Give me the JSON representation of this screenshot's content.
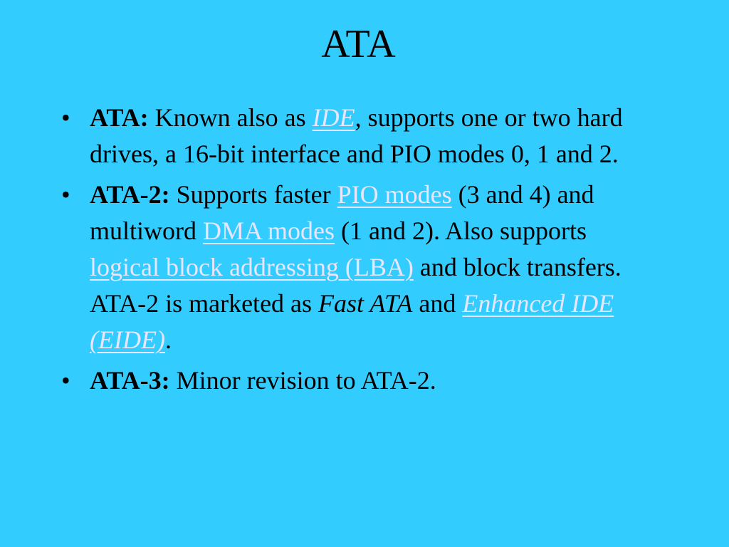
{
  "slide": {
    "title": "ATA",
    "bullet_glyph": "•",
    "bullets": [
      {
        "term": "ATA:",
        "t1": " Known also as ",
        "link1": "IDE",
        "t2": ", supports one or two hard drives, a 16-bit interface and PIO modes 0, 1 and 2."
      },
      {
        "term": "ATA-2:",
        "t1": " Supports faster ",
        "link1": "PIO modes",
        "t2": " (3 and 4) and multiword ",
        "link2": "DMA modes",
        "t3": " (1 and 2). Also supports ",
        "link3": "logical block addressing (LBA)",
        "t4": " and block transfers. ATA-2 is marketed as ",
        "em1": "Fast ATA",
        "t5": " and ",
        "link4": "Enhanced IDE (EIDE)",
        "t6": "."
      },
      {
        "term": "ATA-3:",
        "t1": " Minor revision to ATA-2."
      }
    ]
  },
  "colors": {
    "background": "#33ccff",
    "text": "#000000",
    "link": "#e6e6ff"
  }
}
